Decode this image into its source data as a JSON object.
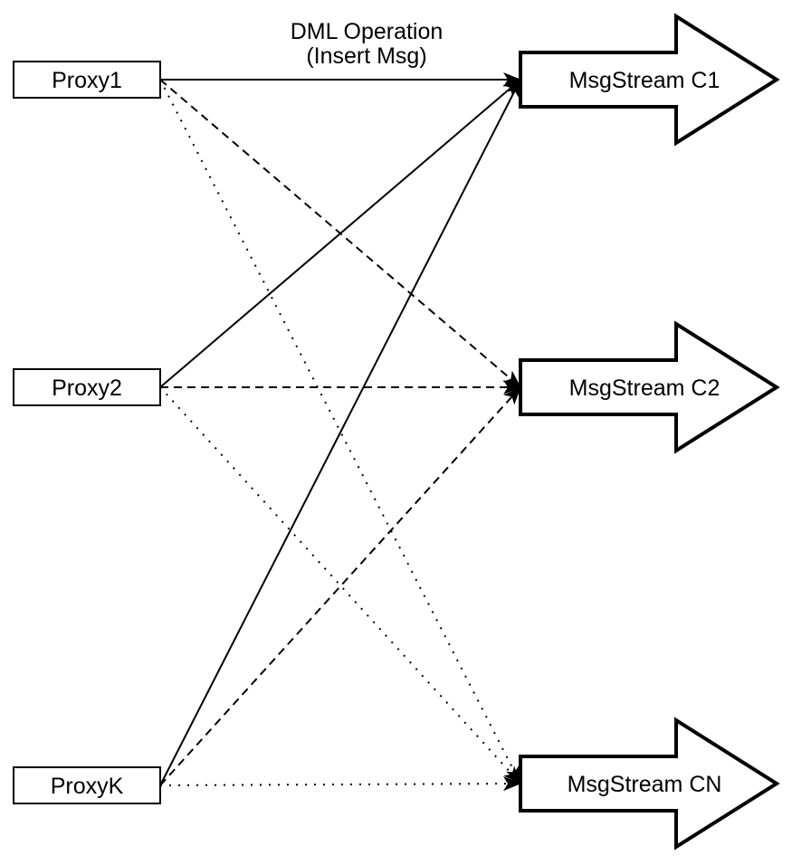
{
  "diagram": {
    "title": {
      "line1": "DML Operation",
      "line2": "(Insert Msg)"
    },
    "proxies": [
      {
        "id": "proxy1",
        "label": "Proxy1"
      },
      {
        "id": "proxy2",
        "label": "Proxy2"
      },
      {
        "id": "proxyk",
        "label": "ProxyK"
      }
    ],
    "streams": [
      {
        "id": "c1",
        "label": "MsgStream C1",
        "incoming_line_style": "solid"
      },
      {
        "id": "c2",
        "label": "MsgStream C2",
        "incoming_line_style": "dashed"
      },
      {
        "id": "cn",
        "label": "MsgStream CN",
        "incoming_line_style": "dotted"
      }
    ],
    "connections": [
      {
        "from": "Proxy1",
        "to": "MsgStream C1",
        "style": "solid"
      },
      {
        "from": "Proxy2",
        "to": "MsgStream C1",
        "style": "solid"
      },
      {
        "from": "ProxyK",
        "to": "MsgStream C1",
        "style": "solid"
      },
      {
        "from": "Proxy1",
        "to": "MsgStream C2",
        "style": "dashed"
      },
      {
        "from": "Proxy2",
        "to": "MsgStream C2",
        "style": "dashed"
      },
      {
        "from": "ProxyK",
        "to": "MsgStream C2",
        "style": "dashed"
      },
      {
        "from": "Proxy1",
        "to": "MsgStream CN",
        "style": "dotted"
      },
      {
        "from": "Proxy2",
        "to": "MsgStream CN",
        "style": "dotted"
      },
      {
        "from": "ProxyK",
        "to": "MsgStream CN",
        "style": "dotted"
      }
    ],
    "colors": {
      "stroke": "#000000",
      "shape_fill": "#ffffff",
      "background": "#ffffff"
    }
  }
}
